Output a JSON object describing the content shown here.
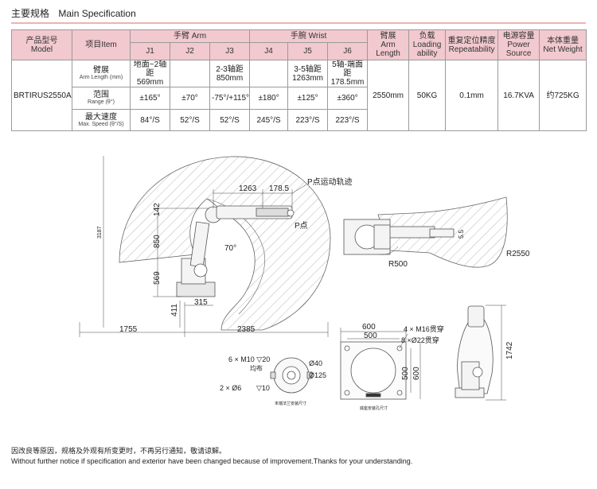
{
  "header": {
    "title_cn": "主要规格",
    "title_en": "Main Specification"
  },
  "table": {
    "model_header_cn": "产品型号",
    "model_header_en": "Model",
    "item_header": "项目Item",
    "arm_group": "手臂 Arm",
    "wrist_group": "手腕 Wrist",
    "axes": [
      "J1",
      "J2",
      "J3",
      "J4",
      "J5",
      "J6"
    ],
    "arm_length_header_cn": "臂展",
    "arm_length_header_en": "Arm Length",
    "load_header_cn": "负载",
    "load_header_en": "Loading ability",
    "repeat_header_cn": "重复定位精度",
    "repeat_header_en": "Repeatability",
    "power_header_cn": "电源容量",
    "power_header_en": "Power Source",
    "weight_header_cn": "本体重量",
    "weight_header_en": "Net Weight",
    "model": "BRTIRUS2550A",
    "rows": [
      {
        "label_cn": "臂展",
        "label_en": "Arm Length (mm)",
        "values": [
          "地面~2轴距\n569mm",
          "",
          "2-3轴距\n850mm",
          "",
          "3-5轴距\n1263mm",
          "5轴-端面距\n178.5mm"
        ]
      },
      {
        "label_cn": "范围",
        "label_en": "Range (θ°)",
        "values": [
          "±165°",
          "±70°",
          "-75°/+115°",
          "±180°",
          "±125°",
          "±360°"
        ]
      },
      {
        "label_cn": "最大速度",
        "label_en": "Max. Speed (θ°/S)",
        "values": [
          "84°/S",
          "52°/S",
          "52°/S",
          "245°/S",
          "223°/S",
          "223°/S"
        ]
      }
    ],
    "arm_length": "2550mm",
    "load": "50KG",
    "repeatability": "0.1mm",
    "power": "16.7KVA",
    "weight": "约725KG"
  },
  "drawing": {
    "dim_1263": "1263",
    "dim_178": "178.5",
    "p_trajectory": "P点运动轨迹",
    "p_point": "P点",
    "dim_142": "142",
    "dim_850": "850",
    "dim_569": "569",
    "dim_3187": "3187",
    "dim_411": "411",
    "dim_315": "315",
    "dim_1755": "1755",
    "dim_2385": "2385",
    "angle_70": "70°",
    "r500": "R500",
    "r2550": "R2550",
    "dim_5_5": "5.5",
    "dim_600_top": "600",
    "dim_500_top": "500",
    "dim_500_side": "500",
    "dim_600_side": "600",
    "m16": "4 × M16贯穿",
    "phi22": "8 ×Ø22贯穿",
    "m10": "6 × M10 ▽20",
    "evenly": "均布",
    "phi40": "Ø40",
    "phi125": "Ø125",
    "phi6": "2 × Ø6",
    "phi6_depth": "▽10",
    "flange_caption": "末端法兰安装尺寸",
    "base_caption": "底座安装孔尺寸",
    "dim_1742": "1742"
  },
  "notice": {
    "cn": "因改良等原因，规格及外观有所变更时，不再另行通知，敬请谅解。",
    "en": "Without further notice if specification and exterior have been changed because of improvement.Thanks for your understanding."
  }
}
